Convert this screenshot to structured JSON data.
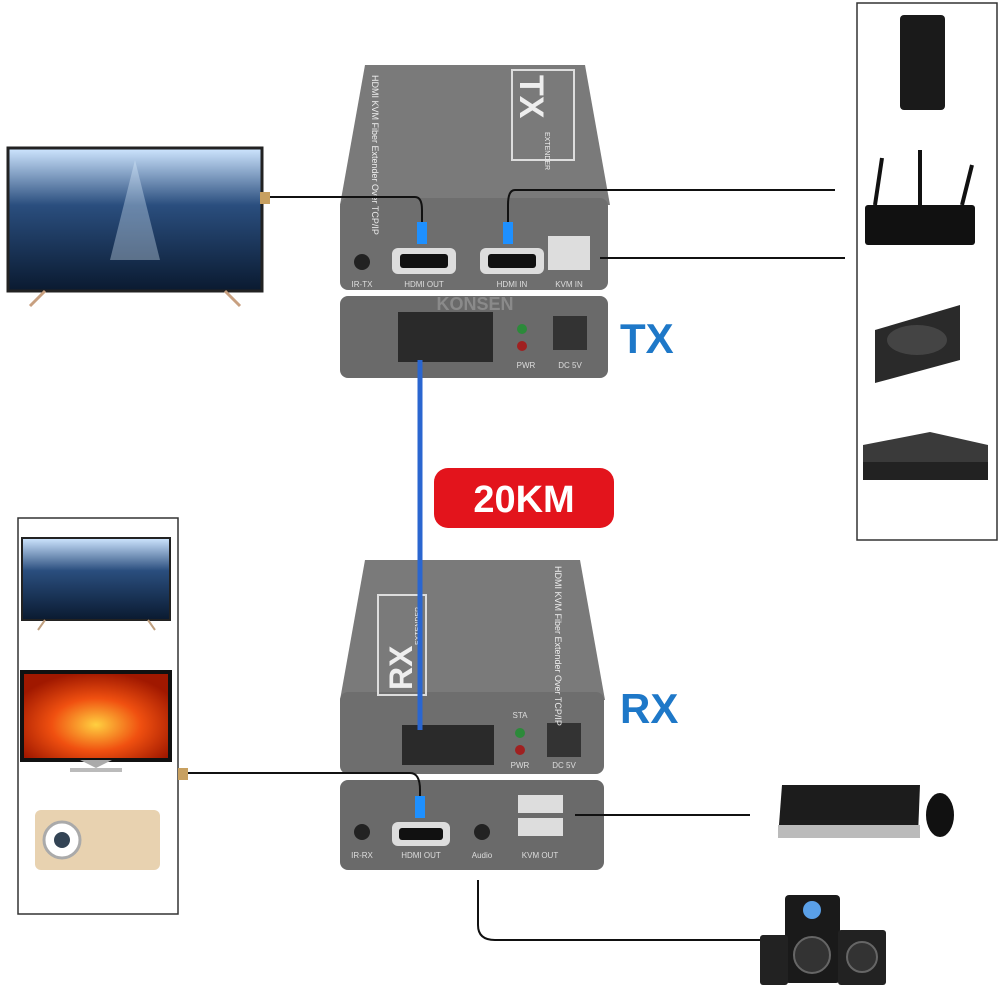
{
  "labels": {
    "tx": "TX",
    "rx": "RX",
    "distance": "20KM"
  },
  "tx_unit": {
    "top_text": "HDMI KVM Fiber Extender Over TCP/IP",
    "badge": "TX",
    "badge_sub": "EXTENDER",
    "ports": [
      "IR-TX",
      "HDMI OUT",
      "HDMI IN",
      "KVM IN"
    ],
    "brand": "KONSEN",
    "leds": [
      "PWR"
    ],
    "power": "DC 5V"
  },
  "rx_unit": {
    "top_text": "HDMI KVM Fiber Extender Over TCP/IP",
    "badge": "RX",
    "badge_sub": "EXTENDER",
    "ports": [
      "IR-RX",
      "HDMI OUT",
      "Audio",
      "KVM OUT"
    ],
    "leds": [
      "STA",
      "PWR"
    ],
    "power": "DC 5V"
  },
  "colors": {
    "accent_blue": "#1e78c8",
    "badge_red": "#e3141c",
    "device_gray": "#707070",
    "fiber_blue": "#2a66d0"
  }
}
